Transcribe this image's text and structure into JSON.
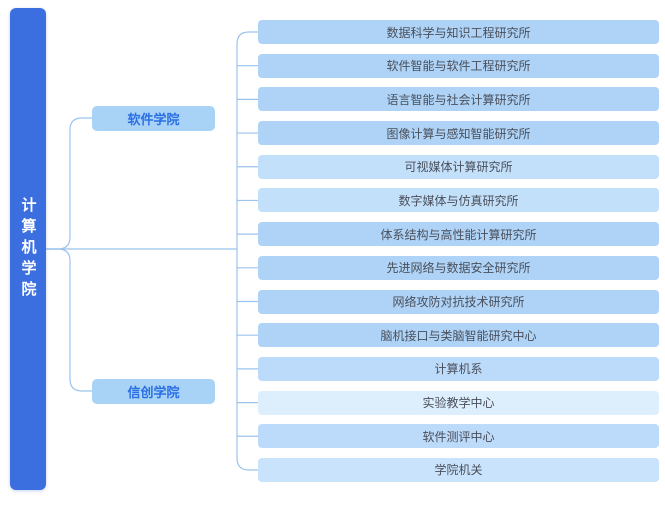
{
  "root": {
    "label": "计算机学院"
  },
  "colleges": [
    {
      "label": "软件学院"
    },
    {
      "label": "信创学院"
    }
  ],
  "institutes": [
    {
      "label": "数据科学与知识工程研究所",
      "color": "#aed3f7"
    },
    {
      "label": "软件智能与软件工程研究所",
      "color": "#aed3f7"
    },
    {
      "label": "语言智能与社会计算研究所",
      "color": "#aed3f7"
    },
    {
      "label": "图像计算与感知智能研究所",
      "color": "#aed3f7"
    },
    {
      "label": "可视媒体计算研究所",
      "color": "#c3e0fa"
    },
    {
      "label": "数字媒体与仿真研究所",
      "color": "#c3e0fa"
    },
    {
      "label": "体系结构与高性能计算研究所",
      "color": "#aed3f7"
    },
    {
      "label": "先进网络与数据安全研究所",
      "color": "#aed3f7"
    },
    {
      "label": "网络攻防对抗技术研究所",
      "color": "#aed3f7"
    },
    {
      "label": "脑机接口与类脑智能研究中心",
      "color": "#aed3f7"
    },
    {
      "label": "计算机系",
      "color": "#bcdaf9"
    },
    {
      "label": "实验教学中心",
      "color": "#ddeefd"
    },
    {
      "label": "软件测评中心",
      "color": "#bcdaf9"
    },
    {
      "label": "学院机关",
      "color": "#c8e3fb"
    }
  ],
  "colors": {
    "root_bg": "#3b6fe0",
    "root_text": "#ffffff",
    "college_bg": "#a8d3f7",
    "college_text": "#2b6fe3",
    "line_color": "#9cc3ee",
    "institute_text": "#4a4f5a"
  }
}
